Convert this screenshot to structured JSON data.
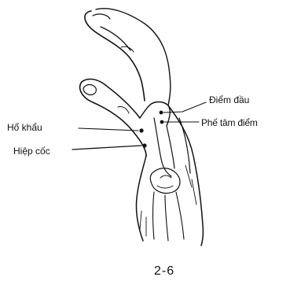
{
  "figure": {
    "labels": {
      "diem_dau": "Điểm đầu",
      "phe_tam_diem": "Phế tâm điểm",
      "ho_khau": "Hổ khẩu",
      "hiep_coc": "Hiệp cốc"
    },
    "caption": "2-6",
    "colors": {
      "ink": "#111111",
      "background": "#ffffff"
    }
  }
}
